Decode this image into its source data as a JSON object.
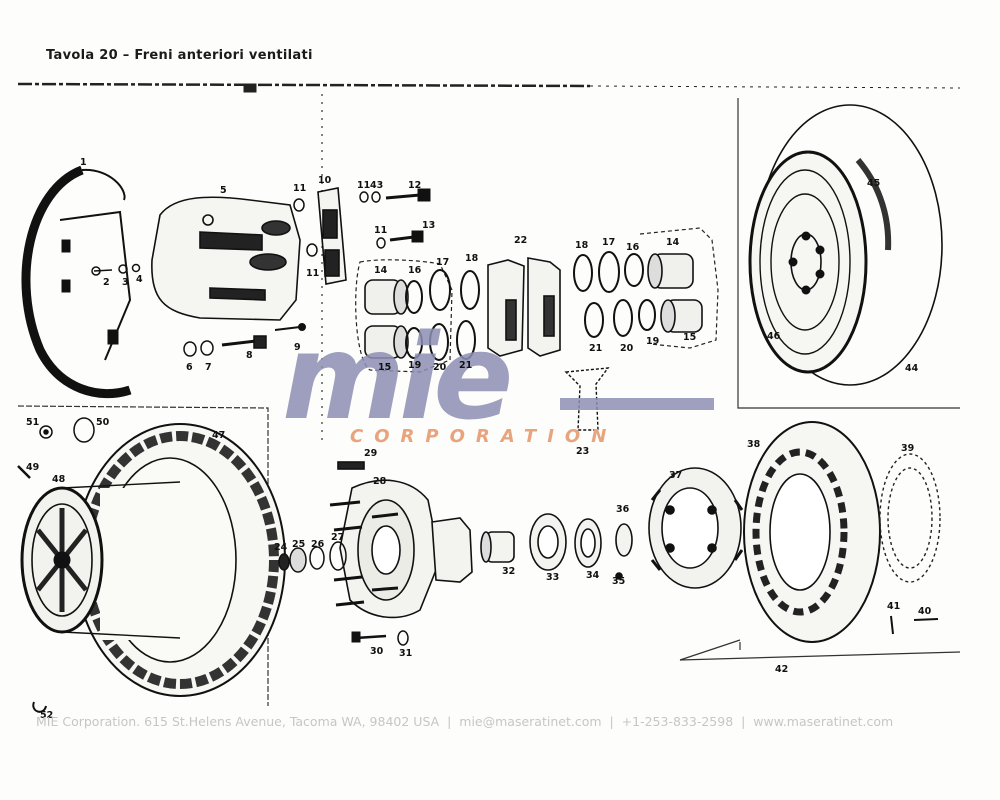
{
  "title": "Tavola  20  –  Freni anteriori ventilati",
  "watermark": {
    "letters": "mie",
    "corporation": "CORPORATION",
    "letters_color": "#8e8fb4",
    "corporation_color": "#e8a47c"
  },
  "footer": {
    "company": "MIE Corporation. 615 St.Helens Avenue, Tacoma WA, 98402 USA",
    "sep1": "|",
    "email": "mie@maseratinet.com",
    "sep2": "|",
    "phone": "+1-253-833-2598",
    "sep3": "|",
    "website": "www.maseratinet.com"
  },
  "callouts": {
    "c1": "1",
    "c2": "2",
    "c3": "3",
    "c4": "4",
    "c5": "5",
    "c6": "6",
    "c7": "7",
    "c8": "8",
    "c9": "9",
    "c10": "10",
    "c11a": "11",
    "c11b": "11",
    "c11c": "11",
    "c11d": "11",
    "c12": "12",
    "c13": "13",
    "c14a": "14",
    "c14b": "14",
    "c15a": "15",
    "c15b": "15",
    "c16a": "16",
    "c16b": "16",
    "c17a": "17",
    "c17b": "17",
    "c18a": "18",
    "c18b": "18",
    "c19a": "19",
    "c19b": "19",
    "c20a": "20",
    "c20b": "20",
    "c21a": "21",
    "c21b": "21",
    "c22": "22",
    "c23": "23",
    "c24": "24",
    "c25": "25",
    "c26": "26",
    "c27": "27",
    "c28": "28",
    "c29": "29",
    "c30": "30",
    "c31": "31",
    "c32": "32",
    "c33": "33",
    "c34": "34",
    "c35": "35",
    "c36": "36",
    "c37": "37",
    "c38": "38",
    "c39": "39",
    "c40": "40",
    "c41": "41",
    "c42": "42",
    "c43": "43",
    "c44": "44",
    "c45": "45",
    "c46": "46",
    "c47": "47",
    "c48": "48",
    "c49": "49",
    "c50": "50",
    "c51": "51",
    "c52": "52"
  }
}
